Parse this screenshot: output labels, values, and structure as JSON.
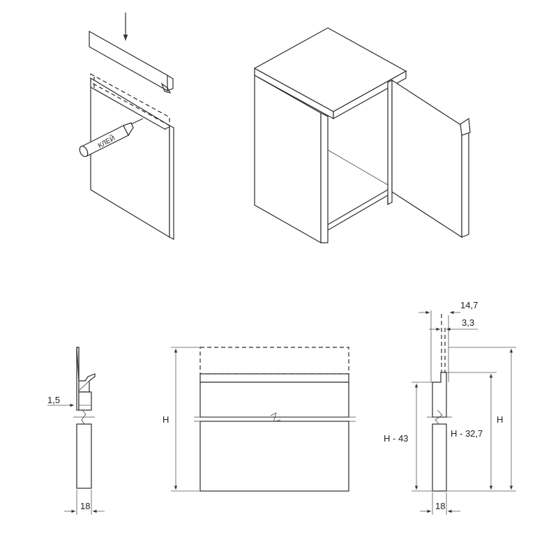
{
  "assembly": {
    "glue_label": "КЛЕЙ"
  },
  "section_left": {
    "dim_thickness": "1,5",
    "dim_panel": "18"
  },
  "front_view": {
    "dim_height": "H"
  },
  "section_right": {
    "dim_depth": "14,7",
    "dim_offset": "3,3",
    "dim_h43": "H - 43",
    "dim_h327": "H - 32,7",
    "dim_h": "H",
    "dim_panel": "18"
  },
  "colors": {
    "line": "#2a2a2a",
    "fill": "#ffffff"
  }
}
